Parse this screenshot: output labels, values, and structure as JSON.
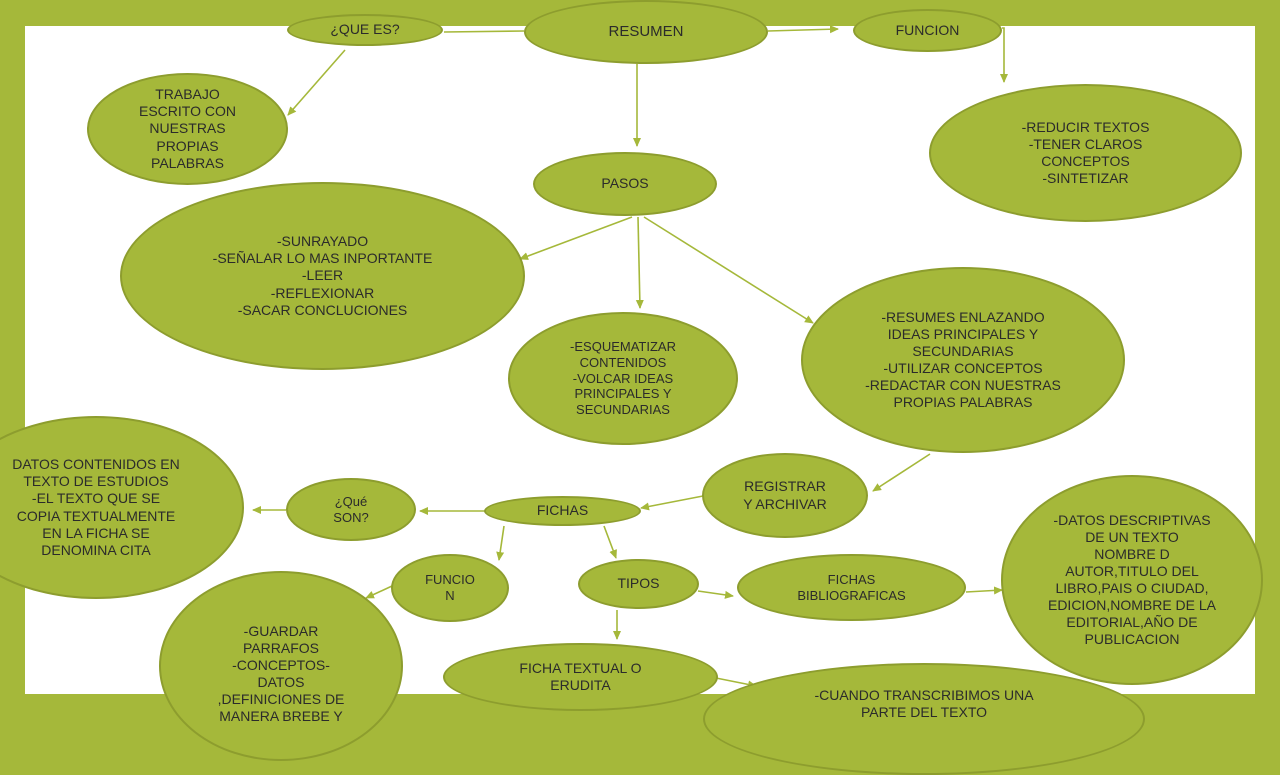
{
  "colors": {
    "frame": "#a5b83a",
    "node_fill": "#a5b83a",
    "node_border": "#8d9d2e",
    "arrow": "#a5b83a",
    "canvas": "#ffffff"
  },
  "nodes": {
    "que_es": "¿QUE ES?",
    "resumen": "RESUMEN",
    "funcion": "FUNCION",
    "trabajo": "TRABAJO\nESCRITO CON\nNUESTRAS\nPROPIAS\nPALABRAS",
    "funcion_detalle": "-REDUCIR TEXTOS\n-TENER CLAROS\nCONCEPTOS\n-SINTETIZAR",
    "pasos": "PASOS",
    "paso_subrayado": "-SUNRAYADO\n-SEÑALAR LO MAS INPORTANTE\n-LEER\n-REFLEXIONAR\n-SACAR CONCLUCIONES",
    "paso_esquematizar": "-ESQUEMATIZAR\nCONTENIDOS\n-VOLCAR IDEAS\nPRINCIPALES Y\nSECUNDARIAS",
    "paso_resumir": "-RESUMES ENLAZANDO\nIDEAS PRINCIPALES Y\nSECUNDARIAS\n-UTILIZAR CONCEPTOS\n-REDACTAR CON NUESTRAS\nPROPIAS PALABRAS",
    "registrar": "REGISTRAR\nY ARCHIVAR",
    "fichas": "FICHAS",
    "que_son": "¿Qué\nSON?",
    "datos": "DATOS CONTENIDOS EN\nTEXTO DE ESTUDIOS\n-EL TEXTO QUE SE\nCOPIA TEXTUALMENTE\nEN LA FICHA SE\nDENOMINA CITA",
    "funcio_n": "FUNCIO\nN",
    "guardar": "-GUARDAR\nPARRAFOS\n-CONCEPTOS-\nDATOS\n,DEFINICIONES DE\nMANERA BREBE Y",
    "tipos": "TIPOS",
    "fichas_bibliograficas": "FICHAS\nBIBLIOGRAFICAS",
    "datos_descriptivas": "-DATOS DESCRIPTIVAS\nDE UN TEXTO\nNOMBRE D\nAUTOR,TITULO DEL\nLIBRO,PAIS O CIUDAD,\nEDICION,NOMBRE DE LA\nEDITORIAL,AÑO DE\nPUBLICACION",
    "ficha_textual": "FICHA TEXTUAL O\nERUDITA",
    "cuando_transcribimos": "-CUANDO TRANSCRIBIMOS UNA\nPARTE DEL TEXTO"
  }
}
